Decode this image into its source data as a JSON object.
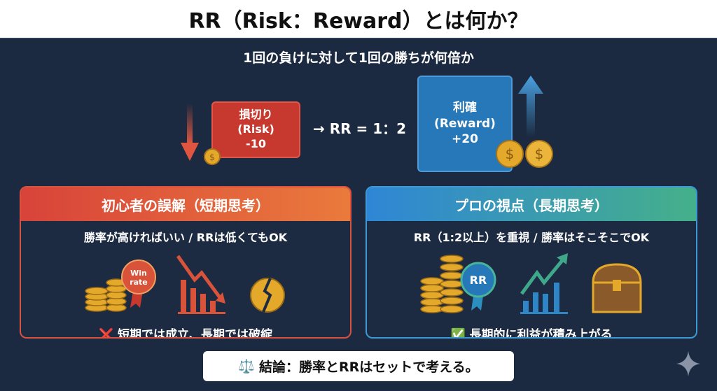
{
  "title": "RR（Risk：Reward）とは何か？",
  "subtitle": "1回の負けに対して1回の勝ちが何倍か",
  "risk": {
    "line1": "損切り",
    "line2": "(Risk)",
    "value": "-10"
  },
  "ratio": "→ RR = 1：2",
  "reward": {
    "line1": "利確",
    "line2": "(Reward)",
    "value": "+20"
  },
  "beginner": {
    "header": "初心者の誤解（短期思考）",
    "text": "勝率が高ければいい / RRは低くてもOK",
    "badge": "Win rate",
    "footer_icon": "❌",
    "footer": "短期では成立、長期では破綻"
  },
  "pro": {
    "header": "プロの視点（長期思考）",
    "text": "RR（1:2以上）を重視 / 勝率はそこそこでOK",
    "badge": "RR",
    "footer_icon": "✅",
    "footer": "長期的に利益が積み上がる"
  },
  "conclusion": {
    "icon": "⚖️",
    "text": "結論：勝率とRRはセットで考える。"
  },
  "colors": {
    "bg": "#1b2a40",
    "red": "#c7392f",
    "blue": "#2678b8",
    "gold": "#e4a92a"
  }
}
